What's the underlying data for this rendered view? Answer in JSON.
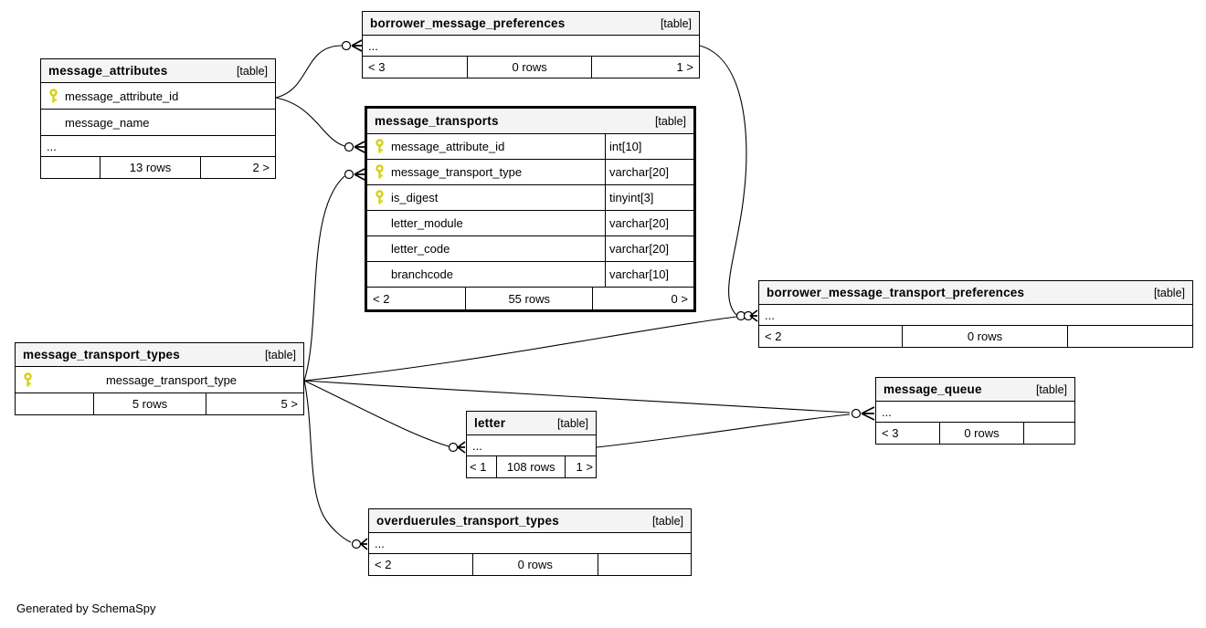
{
  "diagram": {
    "generated_by": "Generated by SchemaSpy"
  },
  "colors": {
    "header_bg": "#f4f4f4",
    "border": "#000000",
    "key_icon": "#d2d219",
    "background": "#ffffff"
  },
  "tables": [
    {
      "name": "message_attributes",
      "tag": "[table]",
      "columns": [
        {
          "name": "message_attribute_id",
          "key": true
        },
        {
          "name": "message_name",
          "key": false
        }
      ],
      "ellipsis": "...",
      "footer": {
        "left": "",
        "center": "13 rows",
        "right": "2 >"
      }
    },
    {
      "name": "borrower_message_preferences",
      "tag": "[table]",
      "ellipsis": "...",
      "footer": {
        "left": "< 3",
        "center": "0 rows",
        "right": "1 >"
      }
    },
    {
      "name": "message_transports",
      "tag": "[table]",
      "columns": [
        {
          "name": "message_attribute_id",
          "type": "int[10]",
          "key": true
        },
        {
          "name": "message_transport_type",
          "type": "varchar[20]",
          "key": true
        },
        {
          "name": "is_digest",
          "type": "tinyint[3]",
          "key": true
        },
        {
          "name": "letter_module",
          "type": "varchar[20]",
          "key": false
        },
        {
          "name": "letter_code",
          "type": "varchar[20]",
          "key": false
        },
        {
          "name": "branchcode",
          "type": "varchar[10]",
          "key": false
        }
      ],
      "footer": {
        "left": "< 2",
        "center": "55 rows",
        "right": "0 >"
      }
    },
    {
      "name": "borrower_message_transport_preferences",
      "tag": "[table]",
      "ellipsis": "...",
      "footer": {
        "left": "< 2",
        "center": "0 rows",
        "right": ""
      }
    },
    {
      "name": "message_transport_types",
      "tag": "[table]",
      "columns": [
        {
          "name": "message_transport_type",
          "key": true
        }
      ],
      "footer": {
        "left": "",
        "center": "5 rows",
        "right": "5 >"
      }
    },
    {
      "name": "message_queue",
      "tag": "[table]",
      "ellipsis": "...",
      "footer": {
        "left": "< 3",
        "center": "0 rows",
        "right": ""
      }
    },
    {
      "name": "letter",
      "tag": "[table]",
      "ellipsis": "...",
      "footer": {
        "left": "< 1",
        "center": "108 rows",
        "right": "1 >"
      }
    },
    {
      "name": "overduerules_transport_types",
      "tag": "[table]",
      "ellipsis": "...",
      "footer": {
        "left": "< 2",
        "center": "0 rows",
        "right": ""
      }
    }
  ],
  "relationships": [
    {
      "from": "message_attributes",
      "to": "borrower_message_preferences"
    },
    {
      "from": "message_attributes",
      "to": "message_transports"
    },
    {
      "from": "message_transport_types",
      "to": "message_transports"
    },
    {
      "from": "message_transport_types",
      "to": "borrower_message_transport_preferences"
    },
    {
      "from": "borrower_message_preferences",
      "to": "borrower_message_transport_preferences"
    },
    {
      "from": "message_transport_types",
      "to": "letter"
    },
    {
      "from": "message_transport_types",
      "to": "overduerules_transport_types"
    },
    {
      "from": "message_transport_types",
      "to": "message_queue"
    },
    {
      "from": "letter",
      "to": "message_queue"
    }
  ]
}
